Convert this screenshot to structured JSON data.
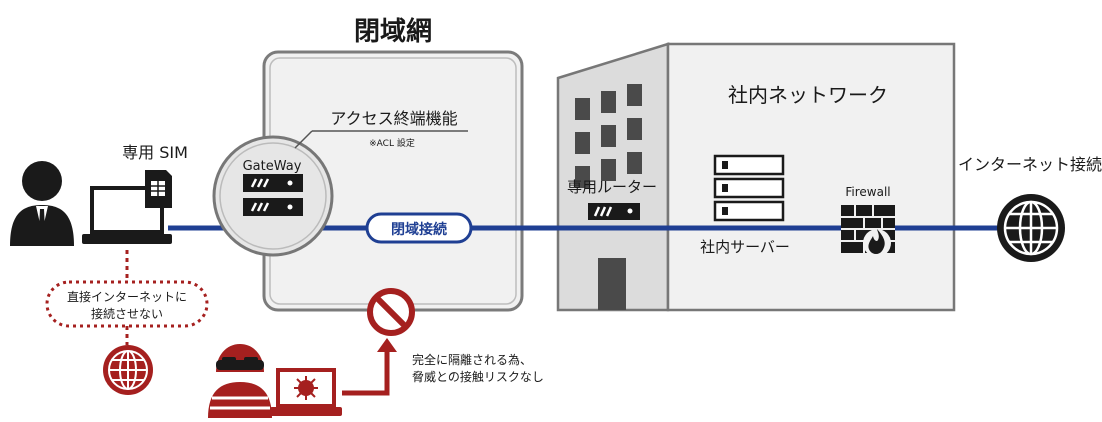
{
  "title": "閉域網",
  "access_terminal": {
    "label": "アクセス終端機能",
    "note": "※ACL 設定",
    "gateway_label": "GateWay"
  },
  "sim_label": "専用 SIM",
  "closed_connection_label": "閉域接続",
  "no_direct_internet": {
    "line1": "直接インターネットに",
    "line2": "接続させない"
  },
  "isolation_note": {
    "line1": "完全に隔離される為、",
    "line2": "脅威との接触リスクなし"
  },
  "company_network_label": "社内ネットワーク",
  "router_label": "専用ルーター",
  "server_label": "社内サーバー",
  "firewall_label": "Firewall",
  "internet_label": "インターネット接続",
  "colors": {
    "line_blue": "#1f3f93",
    "danger_red": "#a5201f",
    "building_grey": "#efefef",
    "dark": "#1a1a1a"
  }
}
